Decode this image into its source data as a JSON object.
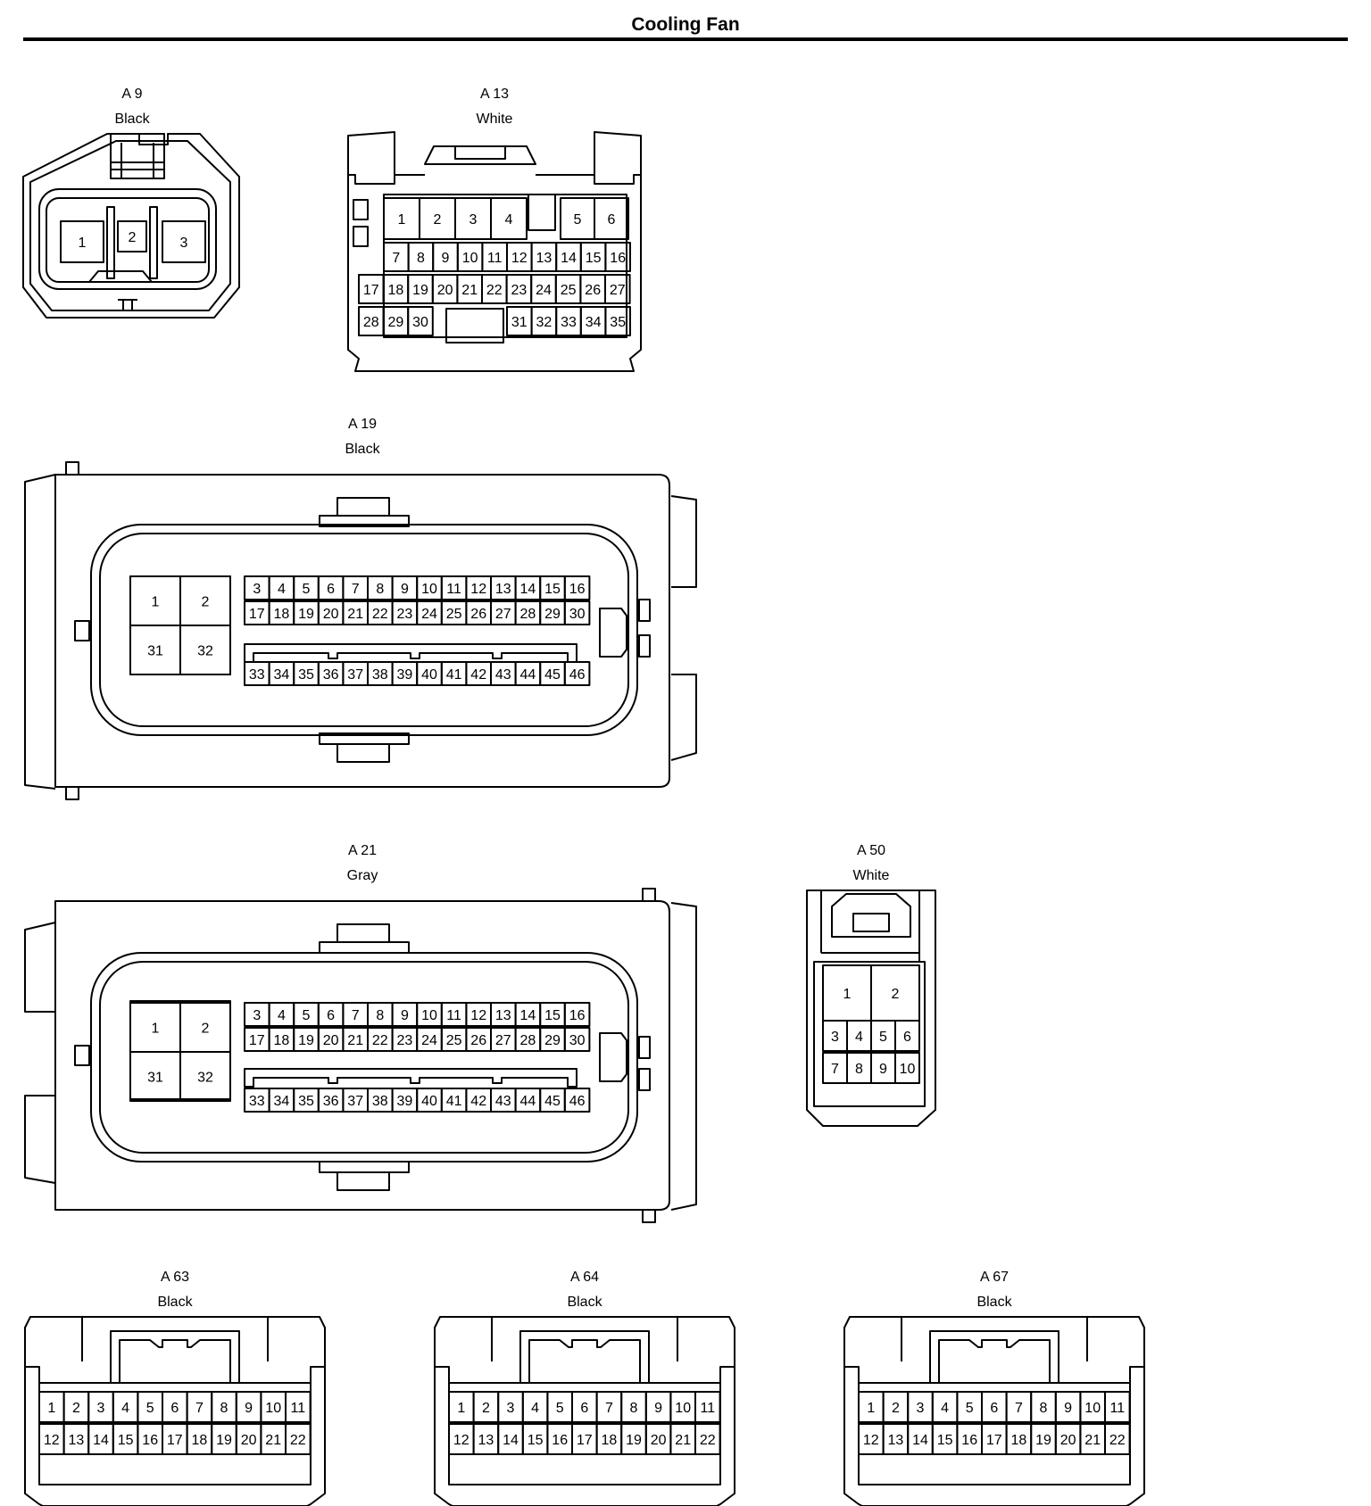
{
  "title": "Cooling Fan",
  "connectors": {
    "a9": {
      "id": "A 9",
      "color": "Black",
      "pins": [
        "1",
        "2",
        "3"
      ]
    },
    "a13": {
      "id": "A 13",
      "color": "White",
      "rows": [
        [
          "1",
          "2",
          "3",
          "4",
          "5",
          "6"
        ],
        [
          "7",
          "8",
          "9",
          "10",
          "11",
          "12",
          "13",
          "14",
          "15",
          "16"
        ],
        [
          "17",
          "18",
          "19",
          "20",
          "21",
          "22",
          "23",
          "24",
          "25",
          "26",
          "27"
        ],
        [
          "28",
          "29",
          "30",
          "31",
          "32",
          "33",
          "34",
          "35"
        ]
      ]
    },
    "a19": {
      "id": "A 19",
      "color": "Black",
      "big": [
        "1",
        "2",
        "31",
        "32"
      ],
      "rows": [
        [
          "3",
          "4",
          "5",
          "6",
          "7",
          "8",
          "9",
          "10",
          "11",
          "12",
          "13",
          "14",
          "15",
          "16"
        ],
        [
          "17",
          "18",
          "19",
          "20",
          "21",
          "22",
          "23",
          "24",
          "25",
          "26",
          "27",
          "28",
          "29",
          "30"
        ],
        [
          "33",
          "34",
          "35",
          "36",
          "37",
          "38",
          "39",
          "40",
          "41",
          "42",
          "43",
          "44",
          "45",
          "46"
        ]
      ]
    },
    "a21": {
      "id": "A 21",
      "color": "Gray",
      "big": [
        "1",
        "2",
        "31",
        "32"
      ],
      "rows": [
        [
          "3",
          "4",
          "5",
          "6",
          "7",
          "8",
          "9",
          "10",
          "11",
          "12",
          "13",
          "14",
          "15",
          "16"
        ],
        [
          "17",
          "18",
          "19",
          "20",
          "21",
          "22",
          "23",
          "24",
          "25",
          "26",
          "27",
          "28",
          "29",
          "30"
        ],
        [
          "33",
          "34",
          "35",
          "36",
          "37",
          "38",
          "39",
          "40",
          "41",
          "42",
          "43",
          "44",
          "45",
          "46"
        ]
      ]
    },
    "a50": {
      "id": "A 50",
      "color": "White",
      "rows": [
        [
          "1",
          "2"
        ],
        [
          "3",
          "4",
          "5",
          "6"
        ],
        [
          "7",
          "8",
          "9",
          "10"
        ]
      ]
    },
    "a63": {
      "id": "A 63",
      "color": "Black",
      "rows": [
        [
          "1",
          "2",
          "3",
          "4",
          "5",
          "6",
          "7",
          "8",
          "9",
          "10",
          "11"
        ],
        [
          "12",
          "13",
          "14",
          "15",
          "16",
          "17",
          "18",
          "19",
          "20",
          "21",
          "22"
        ]
      ]
    },
    "a64": {
      "id": "A 64",
      "color": "Black",
      "rows": [
        [
          "1",
          "2",
          "3",
          "4",
          "5",
          "6",
          "7",
          "8",
          "9",
          "10",
          "11"
        ],
        [
          "12",
          "13",
          "14",
          "15",
          "16",
          "17",
          "18",
          "19",
          "20",
          "21",
          "22"
        ]
      ]
    },
    "a67": {
      "id": "A 67",
      "color": "Black",
      "rows": [
        [
          "1",
          "2",
          "3",
          "4",
          "5",
          "6",
          "7",
          "8",
          "9",
          "10",
          "11"
        ],
        [
          "12",
          "13",
          "14",
          "15",
          "16",
          "17",
          "18",
          "19",
          "20",
          "21",
          "22"
        ]
      ]
    }
  }
}
